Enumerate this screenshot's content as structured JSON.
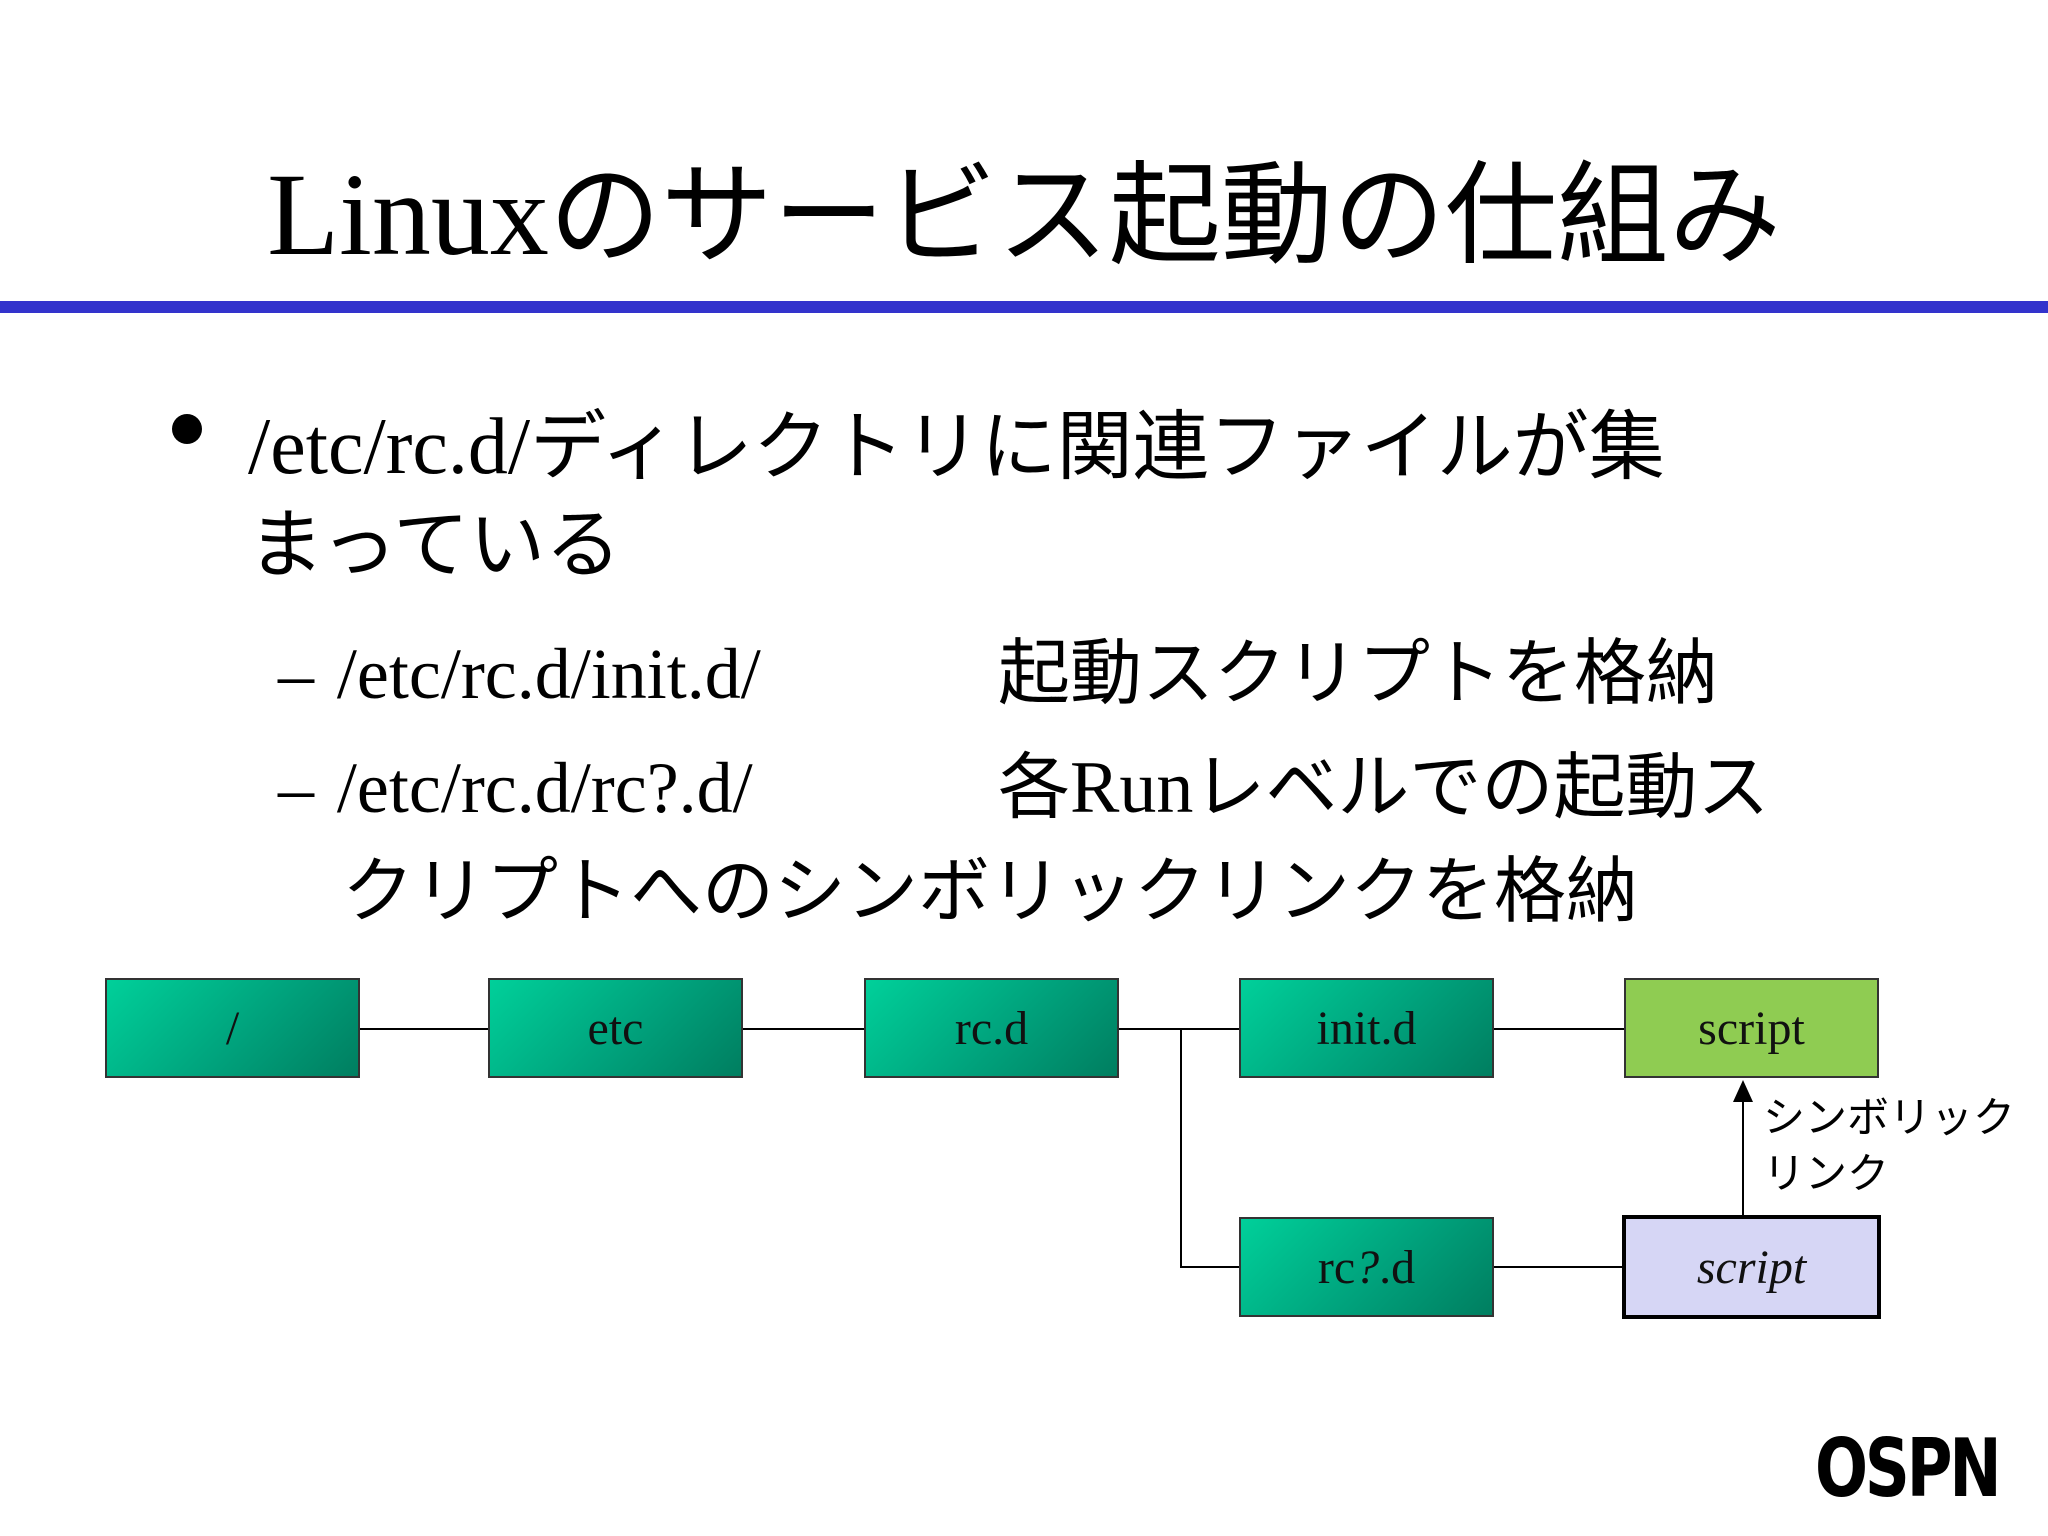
{
  "slide": {
    "title_latin": "Linux",
    "title_jp": "のサービス起動の仕組み",
    "bullet": {
      "path": "/etc/rc.d/",
      "line1_jp": "ディレクトリに関連ファイルが集",
      "line2": "まっている"
    },
    "subitems": [
      {
        "dash": "–",
        "path": "/etc/rc.d/init.d/",
        "desc_jp": "起動スクリプトを格納",
        "desc_latin": "",
        "desc_jp2": "",
        "cont": ""
      },
      {
        "dash": "–",
        "path": "/etc/rc.d/rc?.d/",
        "desc_jp": "各",
        "desc_latin": "Run",
        "desc_jp2": "レベルでの起動ス",
        "cont": "クリプトへのシンボリックリンクを格納"
      }
    ]
  },
  "diagram": {
    "nodes": {
      "root": "/",
      "etc": "etc",
      "rcd": "rc.d",
      "initd": "init.d",
      "script": "script",
      "rcqd_prefix": "rc",
      "rcqd_q": "?",
      "rcqd_suffix": ".d",
      "link_script": "script"
    },
    "symlink_label_line1": "シンボリック",
    "symlink_label_line2": "リンク",
    "colors": {
      "folder_node": "#00b889",
      "script_node": "#8fcc52",
      "link_node": "#d6d6f5"
    }
  },
  "branding": {
    "logo": "OSPN"
  },
  "theme": {
    "rule_color": "#3333cc"
  }
}
